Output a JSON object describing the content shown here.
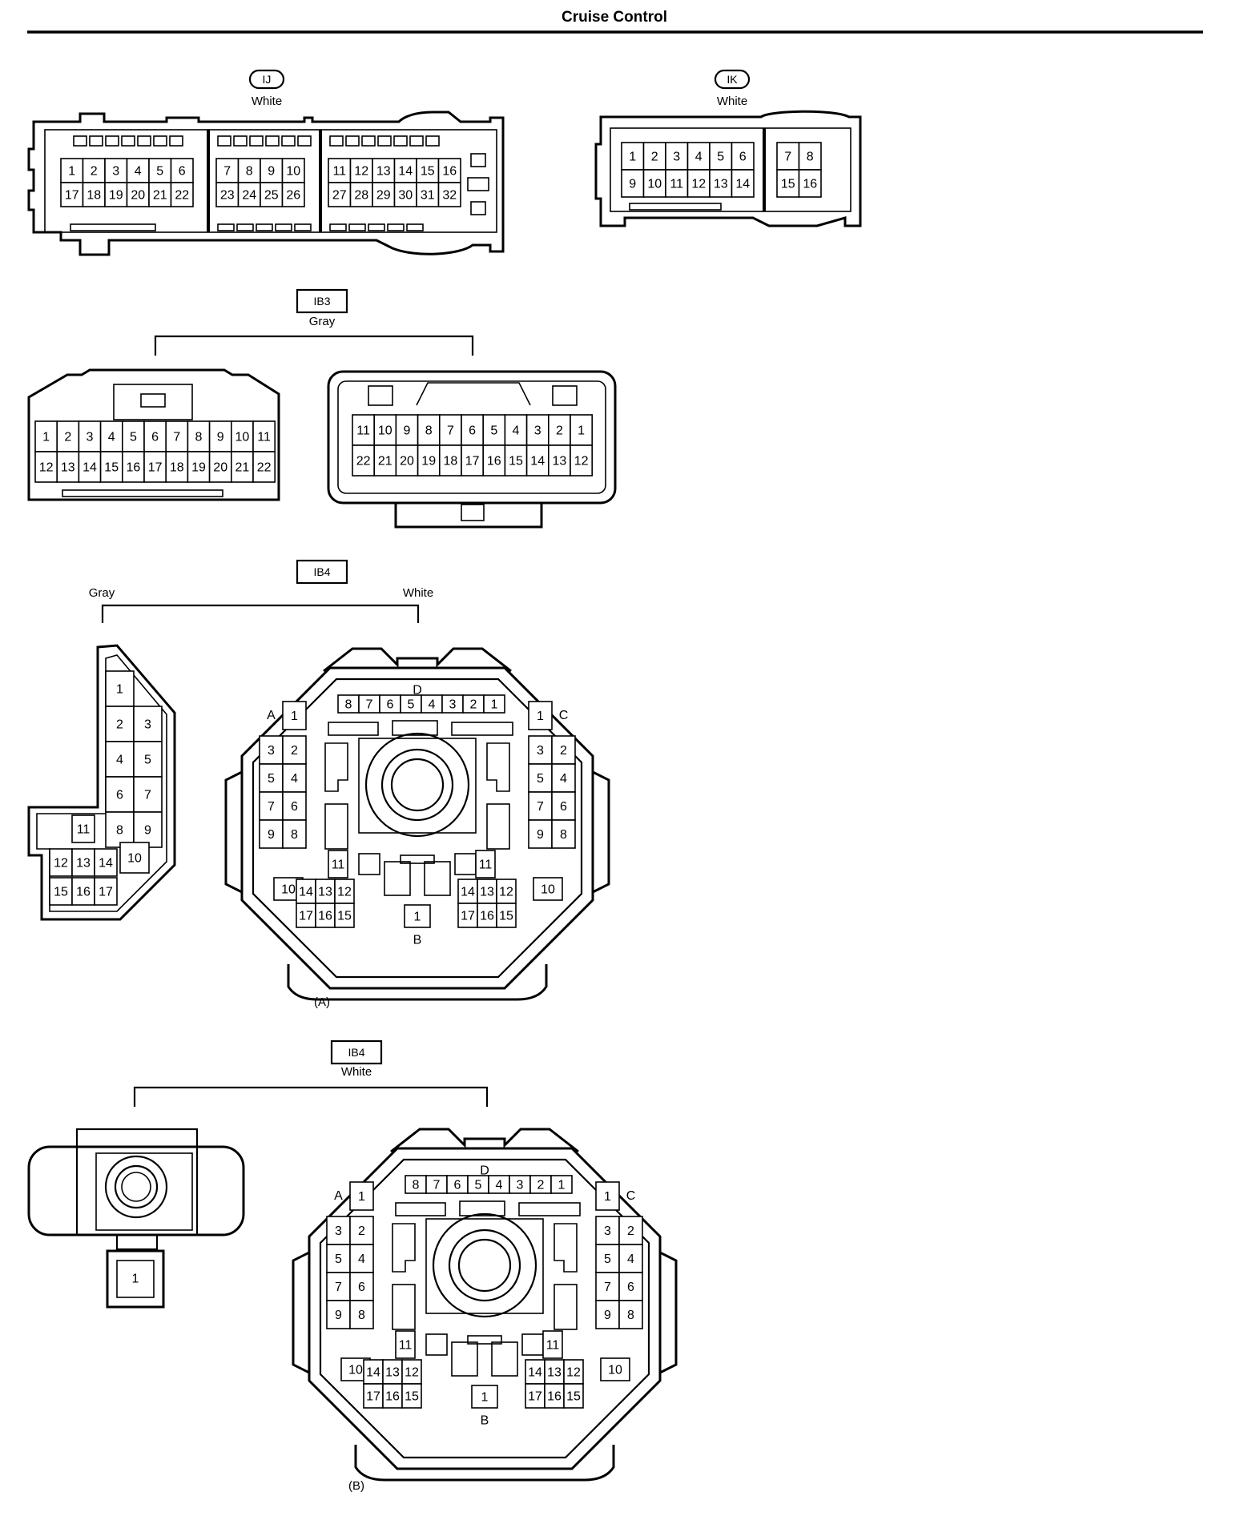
{
  "page": {
    "title": "Cruise Control"
  },
  "connectors": {
    "ij": {
      "tag": "IJ",
      "color": "White",
      "rows": [
        [
          "1",
          "2",
          "3",
          "4",
          "5",
          "6",
          "7",
          "8",
          "9",
          "10",
          "11",
          "12",
          "13",
          "14",
          "15",
          "16"
        ],
        [
          "17",
          "18",
          "19",
          "20",
          "21",
          "22",
          "23",
          "24",
          "25",
          "26",
          "27",
          "28",
          "29",
          "30",
          "31",
          "32"
        ]
      ]
    },
    "ik": {
      "tag": "IK",
      "color": "White",
      "rows": [
        [
          "1",
          "2",
          "3",
          "4",
          "5",
          "6",
          "7",
          "8"
        ],
        [
          "9",
          "10",
          "11",
          "12",
          "13",
          "14",
          "15",
          "16"
        ]
      ]
    },
    "ib3": {
      "tag": "IB3",
      "color": "Gray",
      "left_rows": [
        [
          "1",
          "2",
          "3",
          "4",
          "5",
          "6",
          "7",
          "8",
          "9",
          "10",
          "11"
        ],
        [
          "12",
          "13",
          "14",
          "15",
          "16",
          "17",
          "18",
          "19",
          "20",
          "21",
          "22"
        ]
      ],
      "right_rows": [
        [
          "11",
          "10",
          "9",
          "8",
          "7",
          "6",
          "5",
          "4",
          "3",
          "2",
          "1"
        ],
        [
          "22",
          "21",
          "20",
          "19",
          "18",
          "17",
          "16",
          "15",
          "14",
          "13",
          "12"
        ]
      ]
    },
    "ib4a": {
      "tag": "IB4",
      "left_color": "Gray",
      "right_color": "White",
      "caption": "(A)",
      "gray_pins": [
        "1",
        "2",
        "3",
        "4",
        "5",
        "6",
        "7",
        "8",
        "9",
        "10",
        "11",
        "12",
        "13",
        "14",
        "15",
        "16",
        "17"
      ],
      "sections": {
        "a": "A",
        "b": "B",
        "c": "C",
        "d": "D"
      },
      "d_pins": [
        "8",
        "7",
        "6",
        "5",
        "4",
        "3",
        "2",
        "1"
      ],
      "b_pin": "1"
    },
    "ib4b": {
      "tag": "IB4",
      "color": "White",
      "caption": "(B)",
      "single_pin": "1",
      "sections": {
        "a": "A",
        "b": "B",
        "c": "C",
        "d": "D"
      },
      "d_pins": [
        "8",
        "7",
        "6",
        "5",
        "4",
        "3",
        "2",
        "1"
      ],
      "b_pin": "1"
    }
  },
  "ac_block_pins": {
    "left": [
      [
        "A",
        "1"
      ],
      [
        "3",
        "2"
      ],
      [
        "5",
        "4"
      ],
      [
        "7",
        "6"
      ],
      [
        "9",
        "8"
      ]
    ],
    "right": [
      [
        "1",
        "C"
      ],
      [
        "3",
        "2"
      ],
      [
        "5",
        "4"
      ],
      [
        "7",
        "6"
      ],
      [
        "9",
        "8"
      ]
    ],
    "cluster": [
      "11",
      "10",
      "14",
      "13",
      "12",
      "17",
      "16",
      "15"
    ]
  }
}
